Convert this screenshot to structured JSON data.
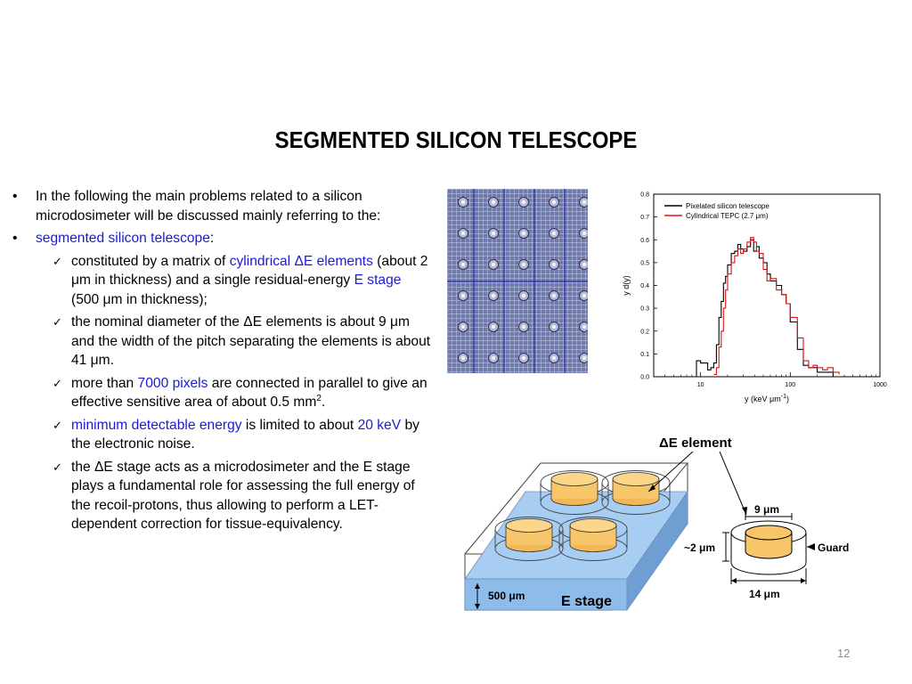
{
  "slide": {
    "title": "SEGMENTED SILICON TELESCOPE",
    "page_number": "12"
  },
  "bullets": {
    "b1": "In the following the main problems related to a silicon microdosimeter will be discussed mainly referring to the:",
    "b2_blue": "segmented silicon telescope",
    "b2_rest": ":",
    "s1_a": "constituted by a matrix of ",
    "s1_b": "cylindrical ΔE elements",
    "s1_c": " (about 2 μm in thickness) and a single residual-energy ",
    "s1_d": "E stage",
    "s1_e": " (500 μm in thickness);",
    "s2": "the nominal diameter of the ΔE elements is about 9 μm and the width of the pitch separating the elements is about 41 μm.",
    "s3_a": "more than ",
    "s3_b": "7000 pixels",
    "s3_c": " are connected in parallel to give an effective sensitive area of about 0.5 mm",
    "s3_sup": "2",
    "s3_d": ".",
    "s4_a": "minimum detectable energy",
    "s4_b": " is limited to about ",
    "s4_c": "20 keV",
    "s4_d": " by the electronic noise.",
    "s5": "the ΔE stage acts as a microdosimeter and the E stage plays a fundamental role for assessing the full energy of the recoil-protons, thus allowing to perform a LET-dependent correction for tissue-equivalency."
  },
  "diagram": {
    "de_element": "ΔE element",
    "d9": "9 μm",
    "d2": "~2 μm",
    "guard": "Guard",
    "d14": "14 μm",
    "d500": "500 μm",
    "estage": "E stage"
  },
  "colors": {
    "blue_text": "#1a1ad6",
    "cylinder": "#f8c66a",
    "substrate": "#9ec6f0",
    "series1": "#000000",
    "series2": "#e01010"
  },
  "chart_data": {
    "type": "line",
    "xscale": "log",
    "xlim": [
      3,
      1000
    ],
    "ylim": [
      0,
      0.8
    ],
    "xlabel": "y (keV μm",
    "xlabel_sup": "-1",
    "xlabel_end": ")",
    "ylabel": "y d(y)",
    "xticks": [
      10,
      100,
      1000
    ],
    "yticks": [
      0.0,
      0.1,
      0.2,
      0.3,
      0.4,
      0.5,
      0.6,
      0.7,
      0.8
    ],
    "legend_position": "top-left",
    "series": [
      {
        "name": "Pixelated silicon telescope",
        "color": "#000000",
        "x": [
          8,
          9,
          10,
          11,
          12,
          13,
          14,
          15,
          16,
          17,
          18,
          19,
          20,
          22,
          24,
          26,
          28,
          30,
          33,
          36,
          39,
          42,
          45,
          50,
          55,
          60,
          70,
          80,
          90,
          100,
          120,
          140,
          160,
          180,
          200,
          230,
          260,
          300,
          350
        ],
        "y": [
          0.0,
          0.07,
          0.06,
          0.06,
          0.03,
          0.04,
          0.06,
          0.14,
          0.26,
          0.33,
          0.41,
          0.44,
          0.49,
          0.54,
          0.55,
          0.58,
          0.56,
          0.55,
          0.57,
          0.6,
          0.55,
          0.57,
          0.52,
          0.5,
          0.45,
          0.42,
          0.4,
          0.36,
          0.32,
          0.24,
          0.12,
          0.05,
          0.04,
          0.04,
          0.02,
          0.02,
          0.02,
          0.0,
          0.0
        ]
      },
      {
        "name": "Cylindrical TEPC (2.7 μm)",
        "color": "#e01010",
        "x": [
          14,
          15,
          16,
          17,
          18,
          19,
          20,
          22,
          24,
          26,
          28,
          30,
          33,
          36,
          39,
          42,
          45,
          50,
          55,
          60,
          70,
          80,
          90,
          100,
          120,
          140,
          160,
          180,
          200,
          230,
          260,
          300,
          350
        ],
        "y": [
          0.01,
          0.04,
          0.13,
          0.2,
          0.3,
          0.38,
          0.45,
          0.5,
          0.53,
          0.56,
          0.54,
          0.56,
          0.59,
          0.61,
          0.59,
          0.55,
          0.54,
          0.47,
          0.42,
          0.43,
          0.38,
          0.36,
          0.32,
          0.26,
          0.17,
          0.07,
          0.04,
          0.05,
          0.04,
          0.03,
          0.04,
          0.02,
          0.01
        ]
      }
    ]
  }
}
